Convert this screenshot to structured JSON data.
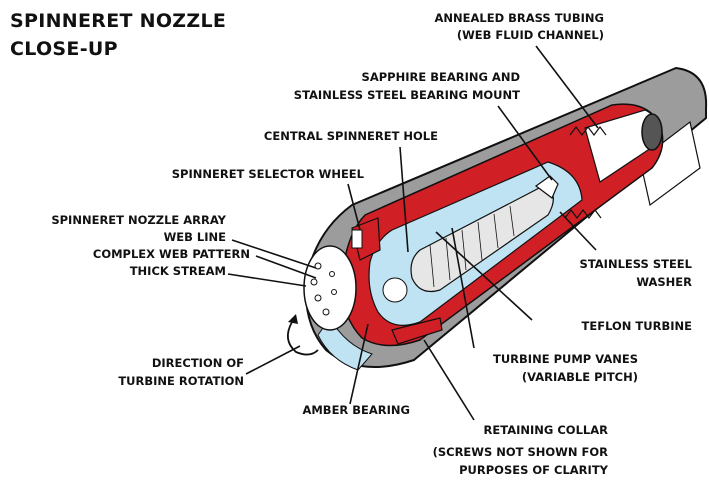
{
  "title": {
    "line1": "SPINNERET NOZZLE",
    "line2": "CLOSE-UP"
  },
  "labels": {
    "annealed_brass_tubing": [
      "ANNEALED BRASS TUBING",
      "(WEB FLUID CHANNEL)"
    ],
    "sapphire_bearing": [
      "SAPPHIRE BEARING AND",
      "STAINLESS STEEL BEARING MOUNT"
    ],
    "central_hole": [
      "CENTRAL SPINNERET HOLE"
    ],
    "selector_wheel": [
      "SPINNERET SELECTOR WHEEL"
    ],
    "nozzle_array": [
      "SPINNERET NOZZLE ARRAY"
    ],
    "web_line": [
      "WEB LINE"
    ],
    "complex_web_pattern": [
      "COMPLEX WEB PATTERN"
    ],
    "thick_stream": [
      "THICK STREAM"
    ],
    "stainless_washer": [
      "STAINLESS STEEL",
      "WASHER"
    ],
    "teflon_turbine": [
      "TEFLON TURBINE"
    ],
    "direction_rotation": [
      "DIRECTION OF",
      "TURBINE ROTATION"
    ],
    "turbine_pump_vanes": [
      "TURBINE PUMP VANES",
      "(VARIABLE PITCH)"
    ],
    "amber_bearing": [
      "AMBER BEARING"
    ],
    "retaining_collar": [
      "RETAINING COLLAR",
      "(SCREWS NOT SHOWN FOR",
      "PURPOSES OF CLARITY"
    ]
  },
  "colors": {
    "housing_red": "#d11f26",
    "housing_gray": "#9c9c9c",
    "fluid_blue": "#bfe3f2",
    "outline": "#111111"
  }
}
